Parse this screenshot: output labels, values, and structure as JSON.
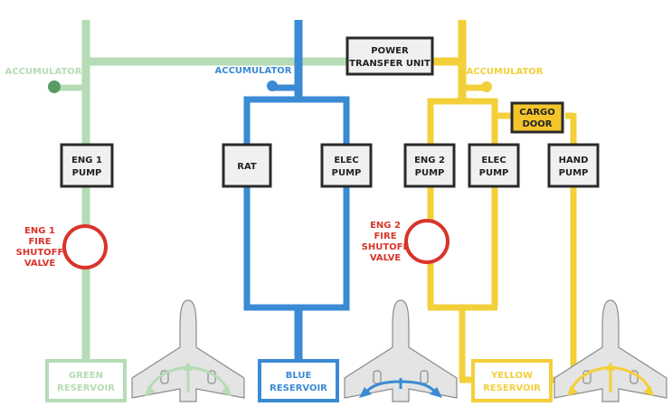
{
  "colors": {
    "green": "#b5dcb5",
    "green_dark": "#5a9a63",
    "blue": "#3a8ad4",
    "yellow": "#f3cf3a",
    "red": "#d9342b",
    "box_border": "#2a2a2a",
    "box_fill": "#f0f0f0",
    "cargo_fill": "#f3c52b",
    "aircraft_fill": "#e4e4e4",
    "aircraft_stroke": "#8c8c8c"
  },
  "power_transfer_unit": {
    "line1": "POWER",
    "line2": "TRANSFER UNIT"
  },
  "green_system": {
    "accumulator": "ACCUMULATOR",
    "pump": {
      "line1": "ENG 1",
      "line2": "PUMP"
    },
    "valve": {
      "line1": "ENG 1",
      "line2": "FIRE",
      "line3": "SHUTOFF",
      "line4": "VALVE"
    },
    "reservoir": {
      "line1": "GREEN",
      "line2": "RESERVOIR"
    }
  },
  "blue_system": {
    "accumulator": "ACCUMULATOR",
    "rat": "RAT",
    "elec_pump": {
      "line1": "ELEC",
      "line2": "PUMP"
    },
    "reservoir": {
      "line1": "BLUE",
      "line2": "RESERVOIR"
    }
  },
  "yellow_system": {
    "accumulator": "ACCUMULATOR",
    "cargo_door": {
      "line1": "CARGO",
      "line2": "DOOR"
    },
    "eng2_pump": {
      "line1": "ENG 2",
      "line2": "PUMP"
    },
    "elec_pump": {
      "line1": "ELEC",
      "line2": "PUMP"
    },
    "hand_pump": {
      "line1": "HAND",
      "line2": "PUMP"
    },
    "valve": {
      "line1": "ENG 2",
      "line2": "FIRE",
      "line3": "SHUTOFF",
      "line4": "VALVE"
    },
    "reservoir": {
      "line1": "YELLOW",
      "line2": "RESERVOIR"
    }
  },
  "aircraft_icons": [
    "green",
    "blue",
    "yellow"
  ]
}
